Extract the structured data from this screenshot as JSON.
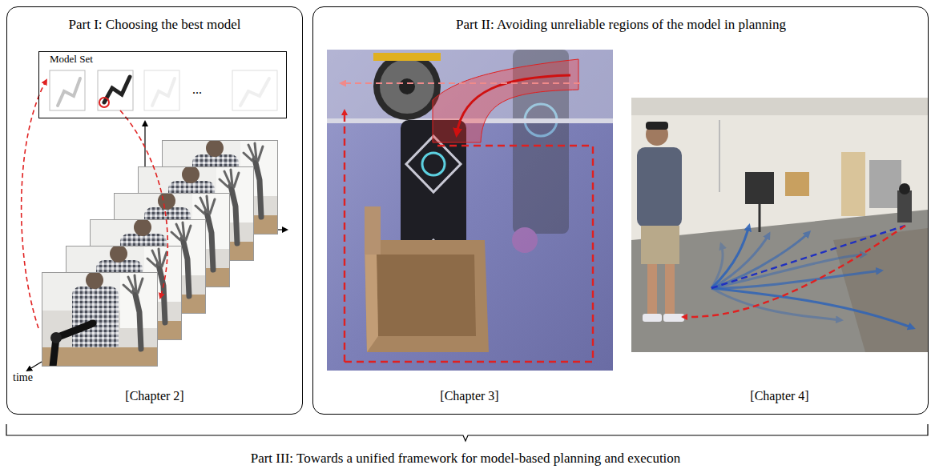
{
  "diagram": {
    "nodes": [
      {
        "text": [
          "Part I: Choosing the best model",
          "[Chapter 2]"
        ]
      },
      {
        "text": [
          "Model Set"
        ],
        "in": 0
      },
      {
        "text": [
          "Part II: Avoiding unreliable regions of the model in planning",
          "[Chapter 3]",
          "[Chapter 4]"
        ]
      }
    ],
    "labels": [
      "...",
      "time",
      "Part III: Towards a unified framework for model-based planning and execution"
    ]
  }
}
